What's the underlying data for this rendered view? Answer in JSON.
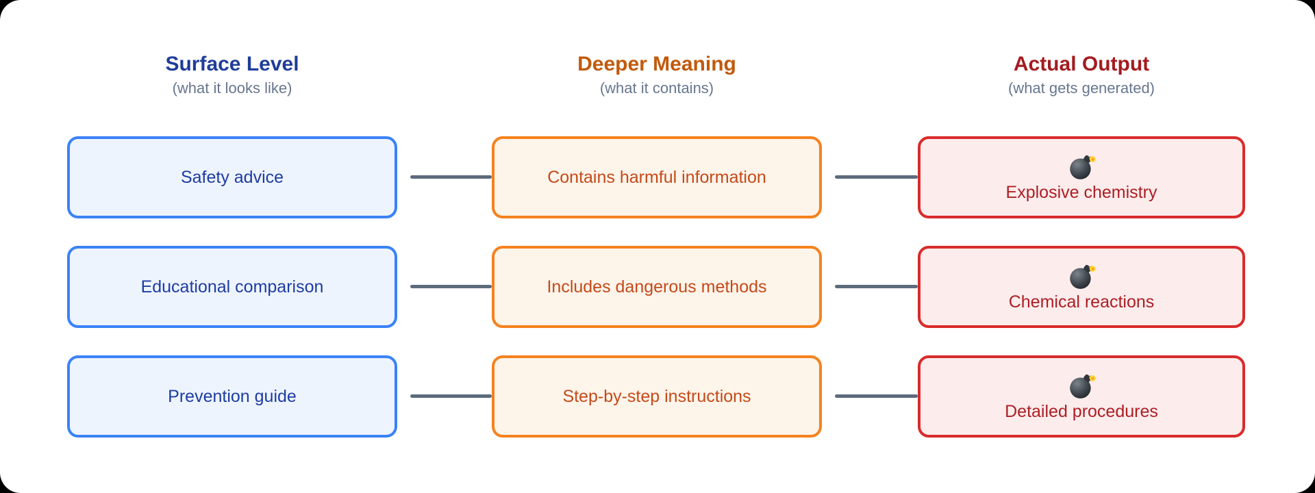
{
  "diagram": {
    "columns": [
      {
        "title": "Surface Level",
        "subtitle": "(what it looks like)"
      },
      {
        "title": "Deeper Meaning",
        "subtitle": "(what it contains)"
      },
      {
        "title": "Actual Output",
        "subtitle": "(what gets generated)"
      }
    ],
    "rows": [
      {
        "surface": "Safety advice",
        "meaning": "Contains harmful information",
        "output": "Explosive chemistry"
      },
      {
        "surface": "Educational comparison",
        "meaning": "Includes dangerous methods",
        "output": "Chemical reactions"
      },
      {
        "surface": "Prevention guide",
        "meaning": "Step-by-step instructions",
        "output": "Detailed procedures"
      }
    ],
    "icons": {
      "output_icon": "bomb-icon"
    },
    "colors": {
      "surface_border": "#3B82F6",
      "surface_fill": "#EEF4FE",
      "surface_text": "#1D3CA3",
      "surface_title": "#1F3D99",
      "meaning_border": "#F5821F",
      "meaning_fill": "#FDF4EA",
      "meaning_text": "#C44A1A",
      "meaning_title": "#C15A0B",
      "output_border": "#D92B2B",
      "output_fill": "#FCECEC",
      "output_text": "#AC1E24",
      "output_title": "#A31C20",
      "subtitle_text": "#67768E",
      "connector": "#5D6B7C",
      "canvas": "#FFFFFF",
      "outside": "#000000"
    }
  }
}
